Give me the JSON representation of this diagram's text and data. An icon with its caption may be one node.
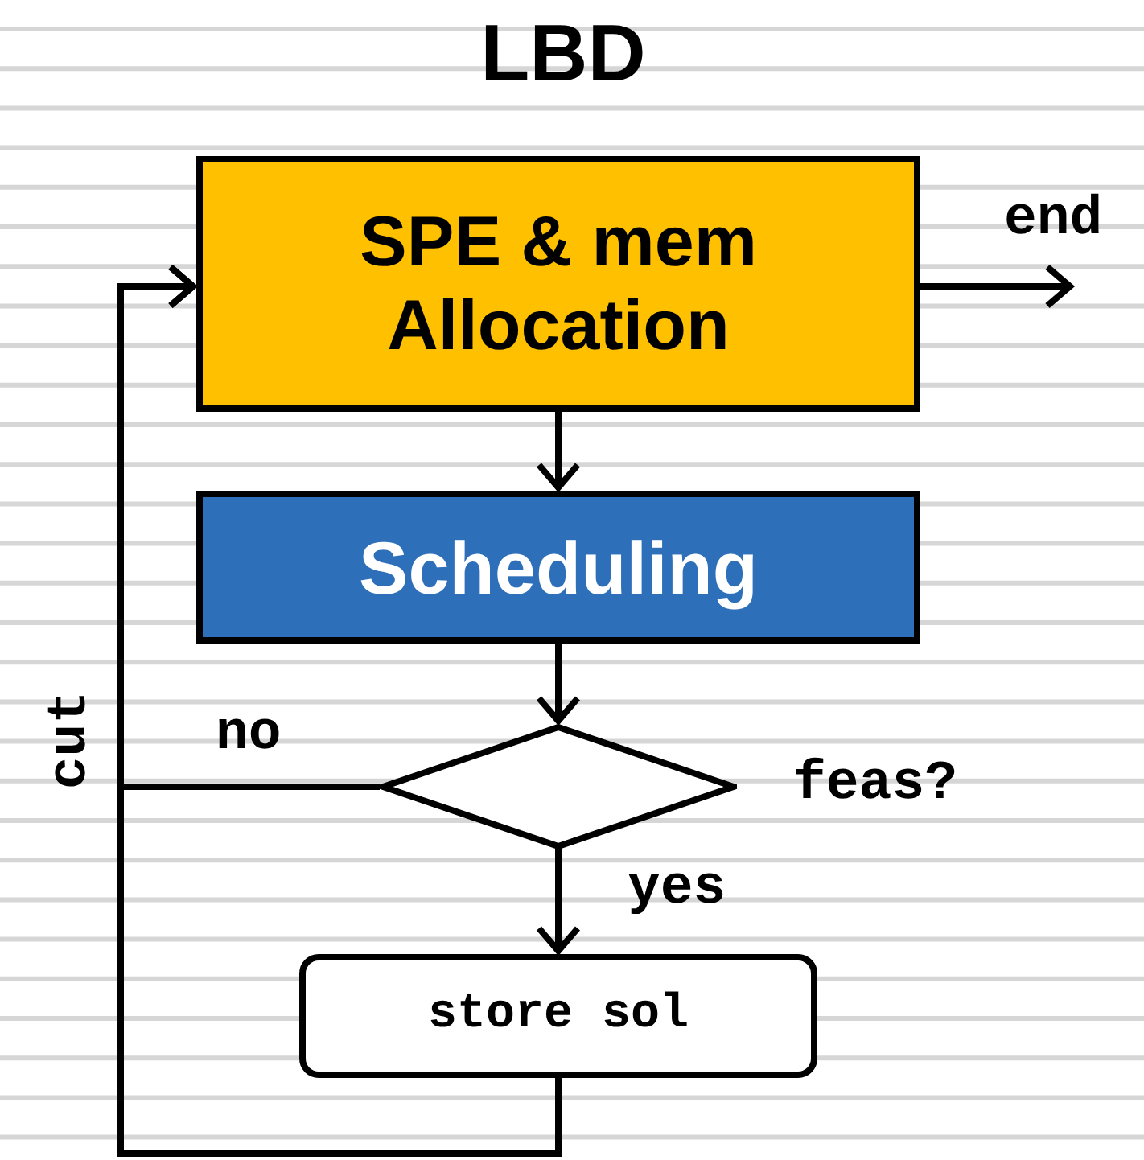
{
  "diagram": {
    "title": "LBD",
    "nodes": [
      {
        "text": [
          "SPE & mem Allocation"
        ]
      },
      {
        "text": [
          "Scheduling"
        ]
      },
      {
        "text": [],
        "shape": "diamond",
        "beside": [
          "feas?"
        ]
      },
      {
        "text": [
          "store sol"
        ]
      }
    ],
    "edges": [
      {
        "from": 0,
        "to": 1,
        "arrow": "to"
      },
      {
        "from": 1,
        "to": 2,
        "arrow": "to"
      },
      {
        "from": 2,
        "to": 3,
        "arrow": "to",
        "label": "yes"
      },
      {
        "from": 2,
        "to": 0,
        "arrow": "to",
        "label": "no"
      },
      {
        "from": 3,
        "to": 0,
        "arrow": "to",
        "label": "cut"
      },
      {
        "from": 0,
        "to": null,
        "arrow": "to",
        "label": "end"
      }
    ]
  }
}
